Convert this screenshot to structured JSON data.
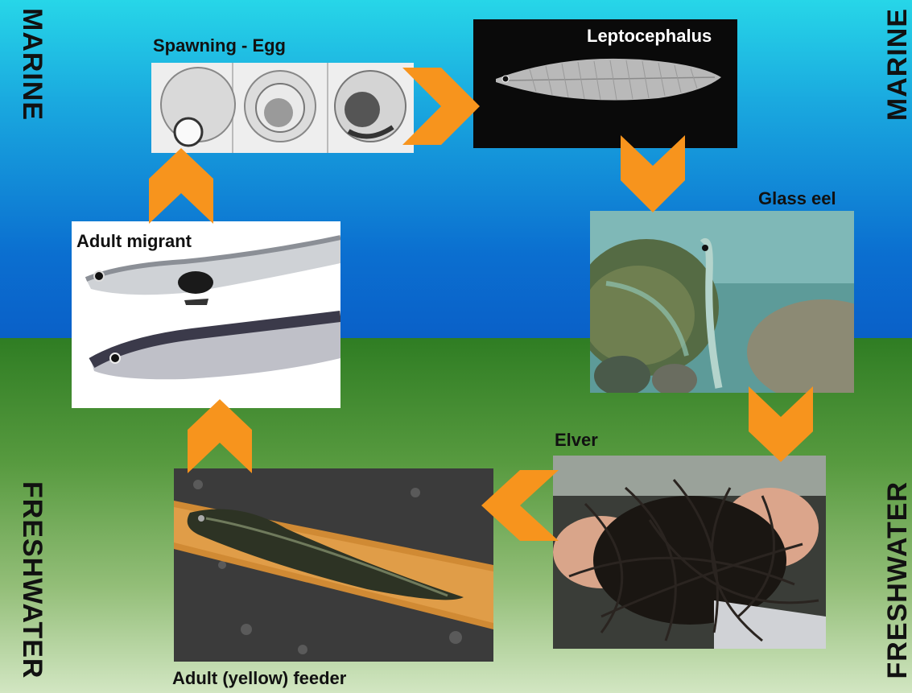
{
  "zones": {
    "marine_left": "MARINE",
    "marine_right": "MARINE",
    "freshwater_left": "FRESHWATER",
    "freshwater_right": "FRESHWATER"
  },
  "stages": {
    "egg": "Spawning - Egg",
    "leptocephalus": "Leptocephalus",
    "glass_eel": "Glass eel",
    "elver": "Elver",
    "yellow": "Adult (yellow) feeder",
    "migrant": "Adult migrant"
  },
  "colors": {
    "arrow": "#f7941d",
    "marine": "#0b6fd0",
    "freshwater": "#2f7d23"
  }
}
